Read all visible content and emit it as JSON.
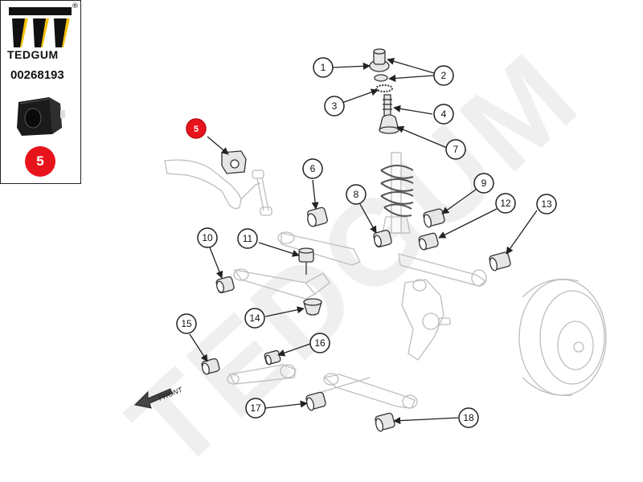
{
  "brand": {
    "name": "TEDGUM",
    "registered": "®",
    "part_number": "00268193"
  },
  "selected_part": {
    "number": "5",
    "color": "#e8141c"
  },
  "watermark": "TEDGUM",
  "front_label": "FRONT",
  "colors": {
    "callout_stroke": "#222222",
    "part_fill": "#e6e6e6",
    "ghost_stroke": "#bdbdbd",
    "watermark": "#efefef"
  },
  "callouts": [
    {
      "number": "1"
    },
    {
      "number": "2"
    },
    {
      "number": "3"
    },
    {
      "number": "4"
    },
    {
      "number": "5"
    },
    {
      "number": "6"
    },
    {
      "number": "7"
    },
    {
      "number": "8"
    },
    {
      "number": "9"
    },
    {
      "number": "10"
    },
    {
      "number": "11"
    },
    {
      "number": "12"
    },
    {
      "number": "13"
    },
    {
      "number": "14"
    },
    {
      "number": "15"
    },
    {
      "number": "16"
    },
    {
      "number": "17"
    },
    {
      "number": "18"
    }
  ]
}
